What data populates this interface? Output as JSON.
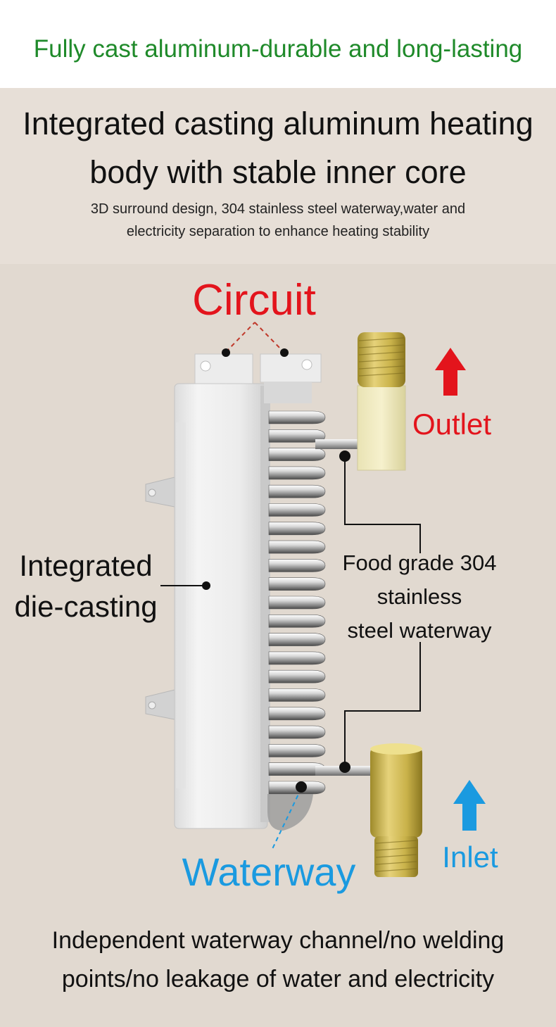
{
  "top_title": "Fully cast aluminum-durable and long-lasting",
  "heading": {
    "line1": "Integrated casting aluminum heating",
    "line2": "body with stable inner core"
  },
  "subheading": {
    "line1": "3D surround design, 304 stainless steel waterway,water and",
    "line2": "electricity separation to enhance heating stability"
  },
  "labels": {
    "circuit": "Circuit",
    "outlet": "Outlet",
    "inlet": "Inlet",
    "waterway": "Waterway",
    "integrated_line1": "Integrated",
    "integrated_line2": "die-casting",
    "food_line1": "Food grade 304",
    "food_line2": "stainless",
    "food_line3": "steel waterway"
  },
  "footer": {
    "line1": "Independent waterway channel/no welding",
    "line2": "points/no leakage of water and electricity"
  },
  "colors": {
    "title_green": "#1f8a2a",
    "circuit_red": "#e3141c",
    "outlet_red": "#e3141c",
    "waterway_blue": "#1a9ae0",
    "inlet_blue": "#1a9ae0",
    "background": "#e1d9d0"
  },
  "icons": {
    "outlet_arrow": "arrow-up-icon",
    "inlet_arrow": "arrow-up-icon"
  }
}
